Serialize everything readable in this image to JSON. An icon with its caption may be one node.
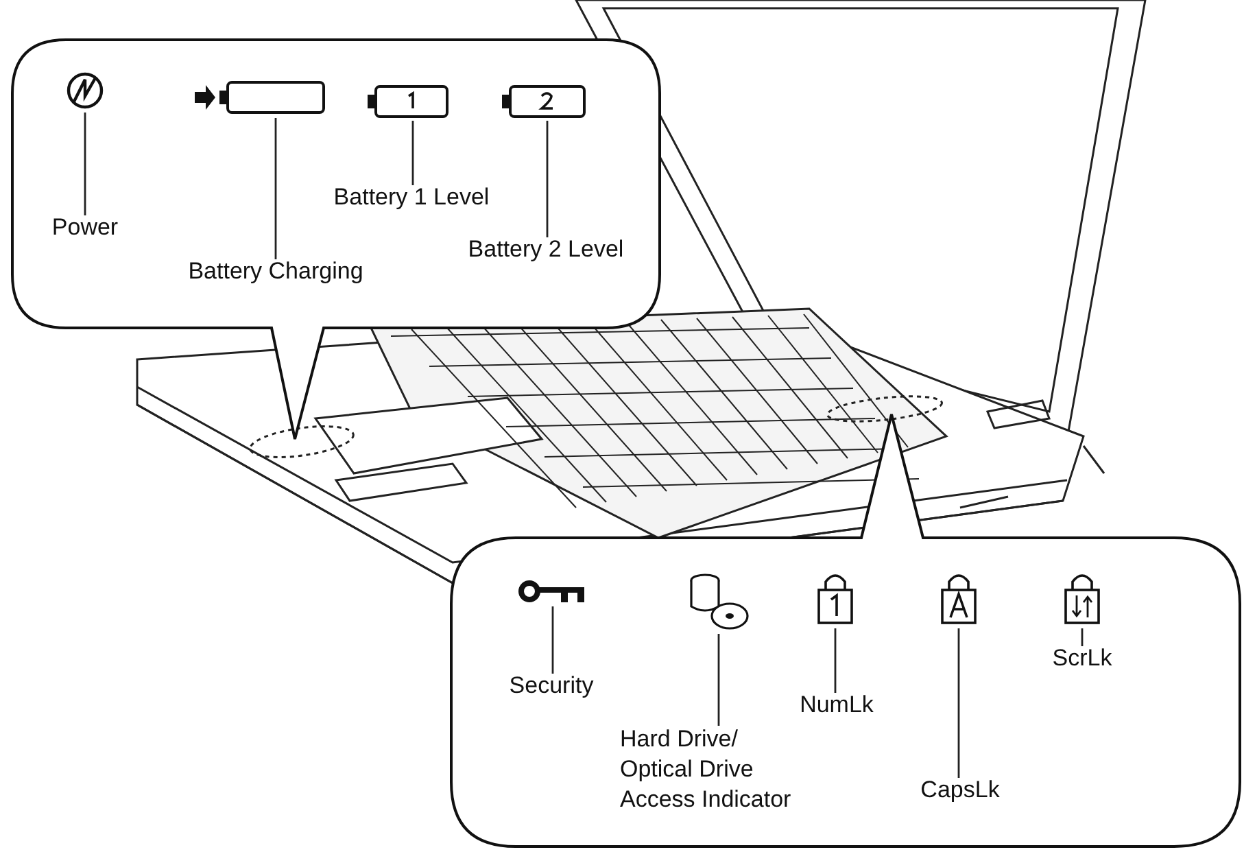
{
  "diagram": {
    "nodes": [
      {
        "text": [],
        "shape": "callout"
      },
      {
        "text": [],
        "shape": "icon",
        "in": 0
      },
      {
        "text": [
          "Power"
        ],
        "in": 0
      },
      {
        "text": [],
        "shape": "battery",
        "in": 0
      },
      {
        "text": [
          "Battery Charging"
        ],
        "in": 0
      },
      {
        "text": [],
        "shape": "battery",
        "in": 0
      },
      {
        "text": [
          "Battery 1 Level"
        ],
        "in": 0
      },
      {
        "text": [],
        "shape": "battery",
        "in": 0
      },
      {
        "text": [
          "Battery 2 Level"
        ],
        "in": 0
      },
      {
        "text": [],
        "shape": "callout"
      },
      {
        "text": [],
        "shape": "icon",
        "in": 9
      },
      {
        "text": [
          "Security"
        ],
        "in": 9
      },
      {
        "text": [],
        "shape": "icon",
        "in": 9
      },
      {
        "text": [
          "Hard Drive/ Optical Drive Access Indicator"
        ],
        "in": 9
      },
      {
        "text": [],
        "shape": "icon",
        "in": 9
      },
      {
        "text": [
          "NumLk"
        ],
        "in": 9
      },
      {
        "text": [],
        "shape": "icon",
        "in": 9
      },
      {
        "text": [
          "CapsLk"
        ],
        "in": 9
      },
      {
        "text": [],
        "shape": "icon",
        "in": 9
      },
      {
        "text": [
          "ScrLk"
        ],
        "in": 9
      }
    ],
    "edges": [
      {
        "from": 2,
        "to": 1,
        "arrow": "none"
      },
      {
        "from": 4,
        "to": 3,
        "arrow": "none"
      },
      {
        "from": 6,
        "to": 5,
        "arrow": "none"
      },
      {
        "from": 8,
        "to": 7,
        "arrow": "none"
      },
      {
        "from": 11,
        "to": 10,
        "arrow": "none"
      },
      {
        "from": 13,
        "to": 12,
        "arrow": "none"
      },
      {
        "from": 15,
        "to": 14,
        "arrow": "none"
      },
      {
        "from": 17,
        "to": 16,
        "arrow": "none"
      },
      {
        "from": 19,
        "to": 18,
        "arrow": "none"
      }
    ]
  }
}
